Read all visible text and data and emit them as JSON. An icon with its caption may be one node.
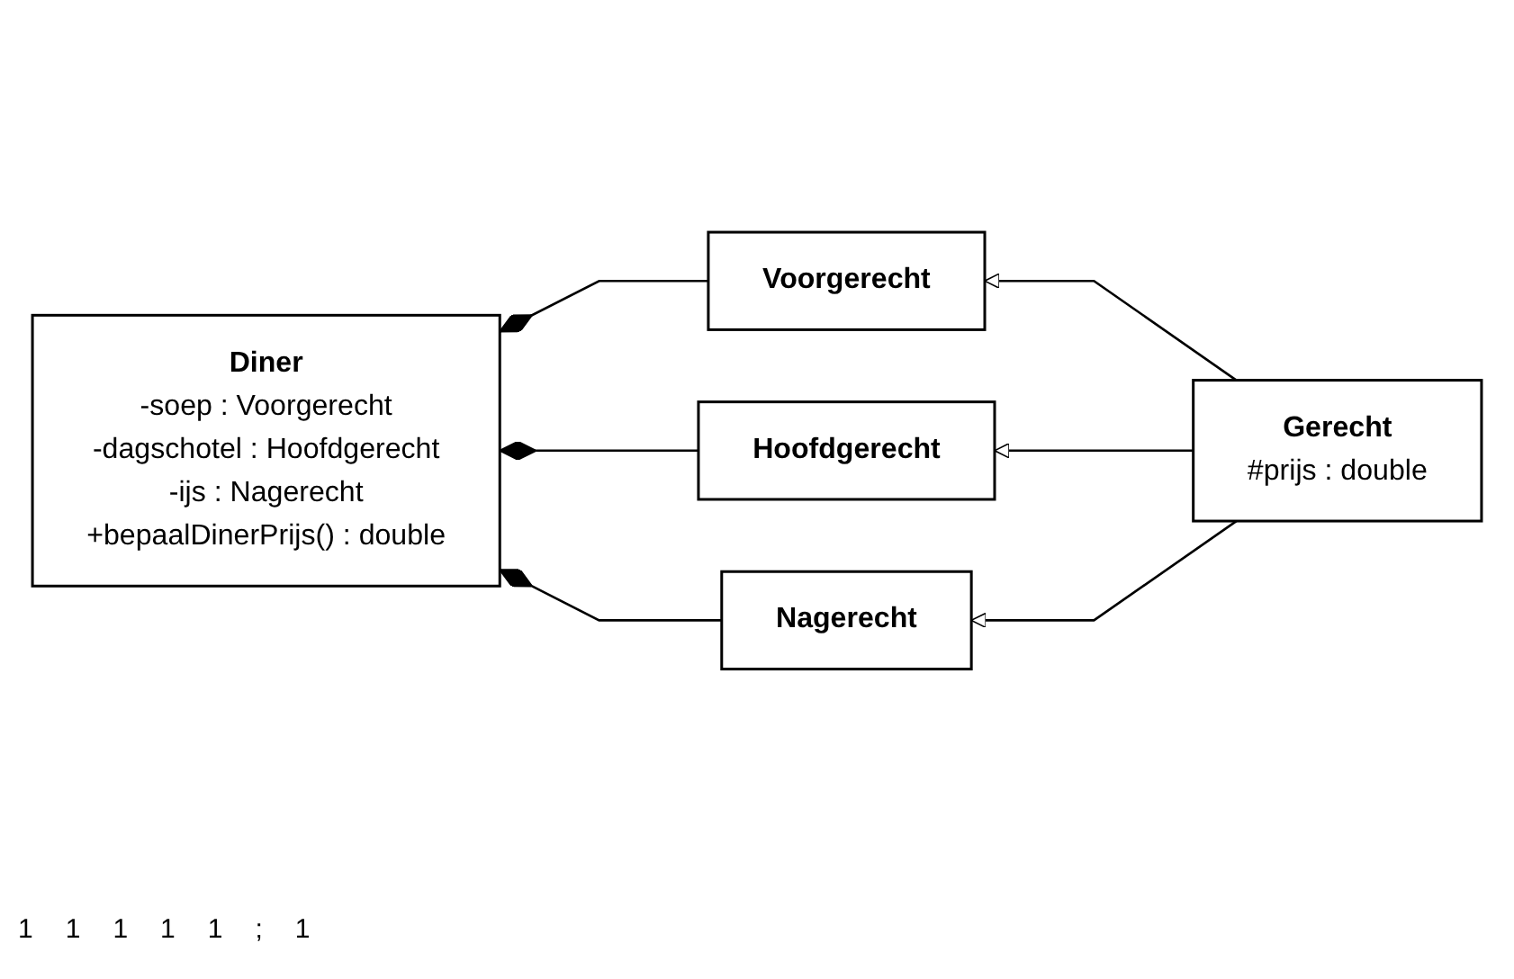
{
  "diagram": {
    "nodes": [
      {
        "text": [
          "Voorgerecht"
        ]
      },
      {
        "text": [
          "Diner",
          "-soep : Voorgerecht",
          "-dagschotel : Hoofdgerecht",
          "-ijs : Nagerecht",
          "+bepaalDinerPrijs() : double"
        ]
      },
      {
        "text": [
          "Hoofdgerecht"
        ]
      },
      {
        "text": [
          "Gerecht",
          "#prijs : double"
        ]
      },
      {
        "text": [
          "Nagerecht"
        ]
      }
    ],
    "edges": [
      {
        "from": 0,
        "to": 1,
        "arrow": "other"
      },
      {
        "from": 2,
        "to": 1,
        "arrow": "other"
      },
      {
        "from": 4,
        "to": 1,
        "arrow": "other"
      },
      {
        "from": 3,
        "to": 0,
        "arrow": "to"
      },
      {
        "from": 3,
        "to": 2,
        "arrow": "to"
      },
      {
        "from": 3,
        "to": 4,
        "arrow": "to"
      }
    ],
    "labels": [
      "1",
      "1",
      "1",
      "1",
      "1",
      ";",
      "1"
    ]
  }
}
